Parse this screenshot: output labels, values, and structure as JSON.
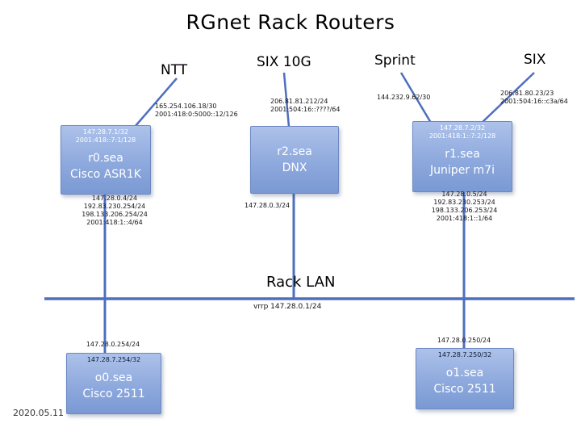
{
  "slide": {
    "title": "RGnet Rack Routers",
    "date": "2020.05.11"
  },
  "uplinks": [
    {
      "label": "NTT",
      "addresses": [
        "165.254.106.18/30",
        "2001:418:0:5000::12/126"
      ]
    },
    {
      "label": "SIX 10G",
      "addresses": [
        "206.81.81.212/24",
        "2001:504:16::????/64"
      ]
    },
    {
      "label": "Sprint",
      "addresses": [
        "144.232.9.62/30"
      ]
    },
    {
      "label": "SIX",
      "addresses": [
        "206.81.80.23/23",
        "2001:504:16::c3a/64"
      ]
    }
  ],
  "routers": [
    {
      "name": "r0.sea",
      "model": "Cisco ASR1K",
      "loopbacks": [
        "147.28.7.1/32",
        "2001:418::7:1/128"
      ],
      "lan_addresses": [
        "147.28.0.4/24",
        "192.83.230.254/24",
        "198.133.206.254/24",
        "2001:418:1::4/64"
      ]
    },
    {
      "name": "r2.sea",
      "model": "DNX",
      "loopbacks": [],
      "lan_addresses": [
        "147.28.0.3/24"
      ]
    },
    {
      "name": "r1.sea",
      "model": "Juniper m7i",
      "loopbacks": [
        "147.28.7.2/32",
        "2001:418:1::7:2/128"
      ],
      "lan_addresses": [
        "147.28.0.5/24",
        "192.83.230.253/24",
        "198.133.206.253/24",
        "2001:418:1::1/64"
      ]
    }
  ],
  "lan": {
    "label": "Rack LAN",
    "vrrp": "vrrp 147.28.0.1/24"
  },
  "terminal_servers": [
    {
      "name": "o0.sea",
      "model": "Cisco 2511",
      "lan_address": "147.28.0.254/24",
      "loopback": "147.28.7.254/32"
    },
    {
      "name": "o1.sea",
      "model": "Cisco 2511",
      "lan_address": "147.28.0.250/24",
      "loopback": "147.28.7.250/32"
    }
  ],
  "colors": {
    "box_top": "#adc2ea",
    "box_bottom": "#7a99d3",
    "box_border": "#6d88c2",
    "link_line": "#4e6fbe",
    "text_dark": "#141414",
    "box_text": "#ffffff"
  }
}
